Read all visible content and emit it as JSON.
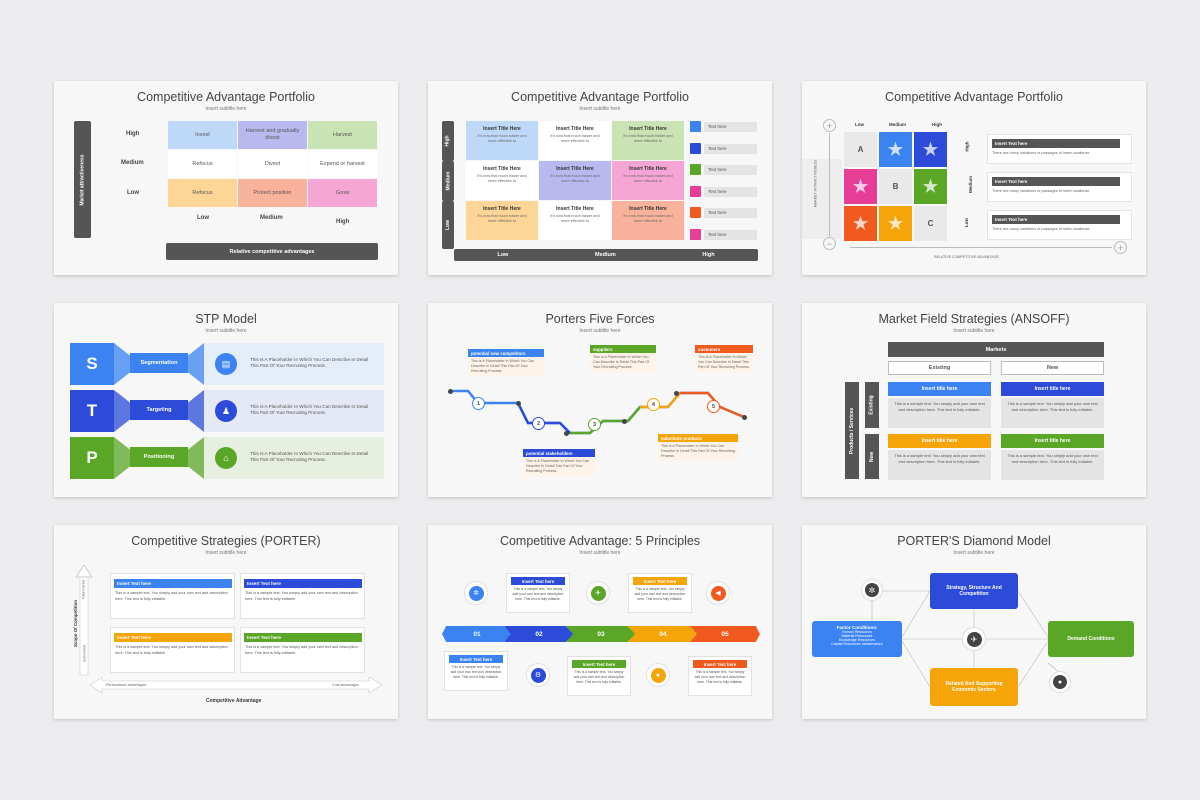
{
  "colors": {
    "blue": "#3a83f1",
    "darkblue": "#2b4bd8",
    "green": "#5aa626",
    "orange": "#f5a40a",
    "red": "#f05a1f",
    "pink": "#e83d97",
    "gray": "#555555"
  },
  "s1": {
    "title": "Competitive Advantage Portfolio",
    "subtitle": "Insert subtitle here",
    "ylabel": "Market attractiveness",
    "rows": [
      "High",
      "Medium",
      "Low"
    ],
    "cols": [
      "Low",
      "Medium",
      "High"
    ],
    "cells": [
      [
        "Invest",
        "Harvest and gradually divest",
        "Harvest"
      ],
      [
        "Refocus",
        "Divest",
        "Expend or harvest"
      ],
      [
        "Refocus",
        "Protect position",
        "Grow"
      ]
    ],
    "xlabel": "Relative competitive advantages"
  },
  "s2": {
    "title": "Competitive Advantage Portfolio",
    "subtitle": "Insert subtitle here",
    "rows": [
      "High",
      "Medium",
      "Low"
    ],
    "cols": [
      "Low",
      "Medium",
      "High"
    ],
    "cell_title": "Insert Title Here",
    "cell_text": "It's now that much easier and more effective to",
    "legend": "Text here"
  },
  "s3": {
    "title": "Competitive Advantage Portfolio",
    "cols": [
      "Low",
      "Medium",
      "High"
    ],
    "cells": [
      "A",
      "",
      "",
      "",
      "B",
      "",
      "",
      "",
      "C"
    ],
    "rows": [
      "High",
      "Medium",
      "Low"
    ],
    "item_title": "Insert Text here",
    "item_text": "There are many variations of passages of lorem avaliense",
    "yaxis": "MARKET ATTRACTIVENESS",
    "xaxis": "RELATIVE COMPETITIVE ADVANTAGE",
    "plus": "+",
    "minus": "−"
  },
  "s4": {
    "title": "STP Model",
    "subtitle": "Insert subtitle here",
    "items": [
      {
        "letter": "S",
        "label": "Segmentation"
      },
      {
        "letter": "T",
        "label": "Targeting"
      },
      {
        "letter": "P",
        "label": "Positioning"
      }
    ],
    "text": "This Is A Placeholder In Which You Can Describe In Detail This Part Of Your Recruiting Process."
  },
  "s5": {
    "title": "Porters Five Forces",
    "subtitle": "Insert subtitle here",
    "labels": [
      "potential new competitors",
      "suppliers",
      "customers",
      "potential stakeholders",
      "substitute products"
    ],
    "text": "This Is A Placeholder In Which You Can Describe In Detail This Part Of Your Recruiting Process.",
    "numbers": [
      "1",
      "2",
      "3",
      "4",
      "5"
    ]
  },
  "s6": {
    "title": "Market Field Strategies (ANSOFF)",
    "subtitle": "Insert subtitle here",
    "markets": "Markets",
    "existing": "Existing",
    "new": "New",
    "ps": "Products / Services",
    "ps_existing": "Existing",
    "ps_new": "New",
    "cell_title": "Insert title here",
    "cell_text": "This is a sample text. You simply add your own text and description here. This text is fully editable."
  },
  "s7": {
    "title": "Competitive Strategies (PORTER)",
    "subtitle": "Insert subtitle here",
    "card_title": "Insert Text here",
    "card_text": "This is a sample text. You simply add your own text and description here. This text is fully editable.",
    "yaxis": "Scope Of Competition",
    "y_top": "Total market",
    "y_bot": "Submarket",
    "x_left": "Performance advantages",
    "x_right": "Cost advantages",
    "xaxis": "Competitive Advantage"
  },
  "s8": {
    "title": "Competitive Advantage: 5 Principles",
    "subtitle": "Insert subtitle here",
    "steps": [
      "01",
      "02",
      "03",
      "04",
      "05"
    ],
    "card_title": "Insert Text here",
    "card_text": "This is a sample text. You simply add your own text and description here. This text is fully editable."
  },
  "s9": {
    "title": "PORTER'S Diamond Model",
    "subtitle": "Insert subtitle here",
    "strategy": "Strategy, Structure And Competition",
    "factor_title": "Factor Conditions:",
    "factor_lines": [
      "Human Resources",
      "Material Resources",
      "Knowledge Resources",
      "Capital Resources Infrastructure"
    ],
    "demand": "Demand Conditions",
    "related": "Related And Supporting Economic Sectors"
  }
}
